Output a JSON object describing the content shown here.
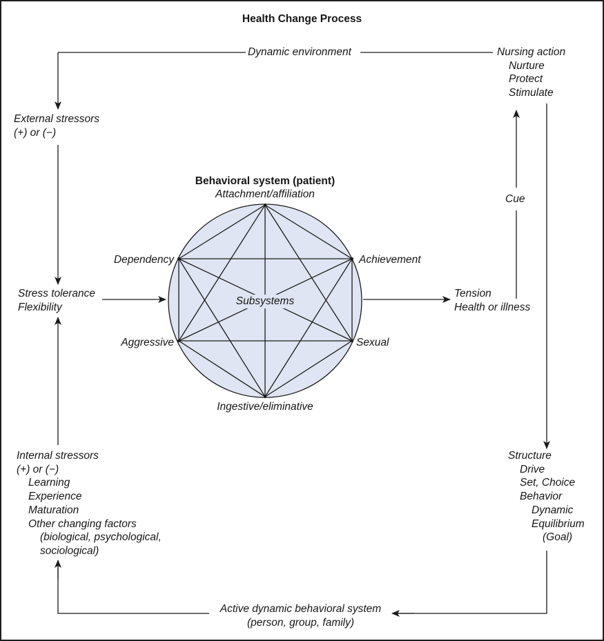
{
  "title": "Health Change Process",
  "top_flow": {
    "label": "Dynamic environment"
  },
  "nursing_action": {
    "heading": "Nursing action",
    "items": [
      "Nurture",
      "Protect",
      "Stimulate"
    ]
  },
  "external_stressors": {
    "line1": "External stressors",
    "line2": "(+) or (−)"
  },
  "stress_tolerance": {
    "line1": "Stress tolerance",
    "line2": "Flexibility"
  },
  "internal_stressors": {
    "line1": "Internal stressors",
    "line2": "(+) or (−)",
    "items": [
      "Learning",
      "Experience",
      "Maturation",
      "Other changing factors"
    ],
    "sub1": "(biological, psychological,",
    "sub2": "sociological)"
  },
  "behavioral_system": {
    "title": "Behavioral system (patient)",
    "center_label": "Subsystems",
    "subsystems": {
      "top": "Attachment/affiliation",
      "upper_left": "Dependency",
      "upper_right": "Achievement",
      "lower_left": "Aggressive",
      "lower_right": "Sexual",
      "bottom": "Ingestive/eliminative"
    },
    "fill_color": "#dfe5f2"
  },
  "cue": {
    "label": "Cue"
  },
  "tension": {
    "line1": "Tension",
    "line2": "Health or illness"
  },
  "structure": {
    "heading": "Structure",
    "items": [
      "Drive",
      "Set, Choice",
      "Behavior"
    ],
    "sub_items": [
      "Dynamic",
      "Equilibrium"
    ],
    "goal": "(Goal)"
  },
  "bottom_flow": {
    "line1": "Active dynamic behavioral system",
    "line2": "(person, group, family)"
  },
  "colors": {
    "line": "#1a1a1a",
    "border": "#1e1e1e",
    "circle_fill": "#dfe5f2"
  }
}
